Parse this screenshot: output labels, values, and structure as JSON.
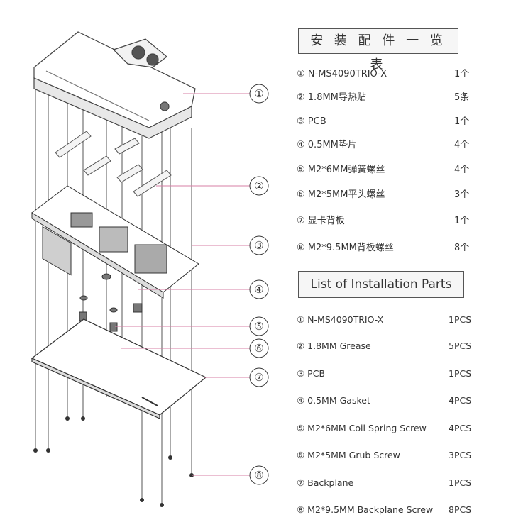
{
  "callouts": [
    "①",
    "②",
    "③",
    "④",
    "⑤",
    "⑥",
    "⑦",
    "⑧"
  ],
  "cn_panel": {
    "title": "安 装 配 件 一 览 表",
    "rows": [
      {
        "name": "① N-MS4090TRIO-X",
        "qty": "1个"
      },
      {
        "name": "② 1.8MM导热贴",
        "qty": "5条"
      },
      {
        "name": "③ PCB",
        "qty": "1个"
      },
      {
        "name": "④ 0.5MM垫片",
        "qty": "4个"
      },
      {
        "name": "⑤ M2*6MM弹簧螺丝",
        "qty": "4个"
      },
      {
        "name": "⑥ M2*5MM平头螺丝",
        "qty": "3个"
      },
      {
        "name": "⑦ 显卡背板",
        "qty": "1个"
      },
      {
        "name": "⑧ M2*9.5MM背板螺丝",
        "qty": "8个"
      }
    ]
  },
  "en_panel": {
    "title": "List of Installation Parts",
    "rows": [
      {
        "name": "① N-MS4090TRIO-X",
        "qty": "1PCS"
      },
      {
        "name": "② 1.8MM Grease",
        "qty": "5PCS"
      },
      {
        "name": "③ PCB",
        "qty": "1PCS"
      },
      {
        "name": "④ 0.5MM Gasket",
        "qty": "4PCS"
      },
      {
        "name": "⑤ M2*6MM Coil Spring Screw",
        "qty": "4PCS"
      },
      {
        "name": "⑥ M2*5MM Grub Screw",
        "qty": "3PCS"
      },
      {
        "name": "⑦ Backplane",
        "qty": "1PCS"
      },
      {
        "name": "⑧ M2*9.5MM Backplane Screw",
        "qty": "8PCS"
      }
    ]
  },
  "colors": {
    "callout_line": "#d77fa6",
    "outline": "#444444"
  }
}
